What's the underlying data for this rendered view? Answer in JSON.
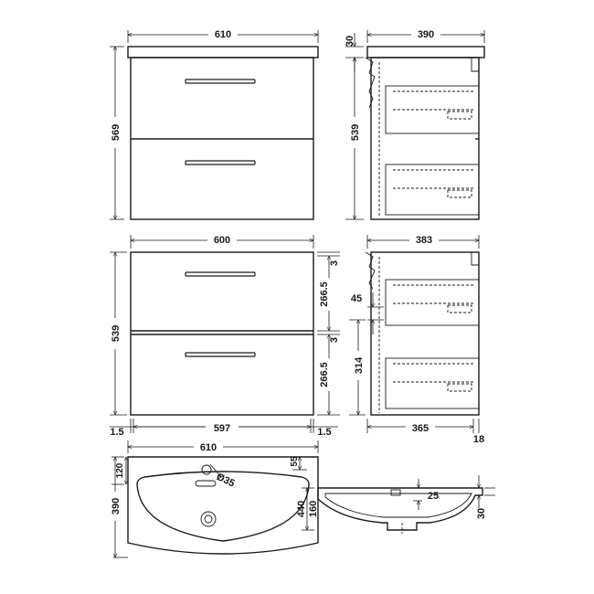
{
  "colors": {
    "line": "#1a1a1a",
    "background": "#ffffff"
  },
  "front_view": {
    "width": "610",
    "height": "569"
  },
  "side_view": {
    "depth": "390",
    "top": "30",
    "height": "539"
  },
  "carcass_front": {
    "width": "600",
    "height": "539",
    "gap_top": "3",
    "drawer_top": "266.5",
    "gap_mid": "3",
    "drawer_bottom": "266.5",
    "side_left": "1.5",
    "inner_width": "597",
    "side_right": "1.5"
  },
  "carcass_side": {
    "depth": "383",
    "offset": "45",
    "height": "314",
    "inner_depth": "365",
    "back": "18"
  },
  "basin_plan": {
    "width": "610",
    "back_edge": "55",
    "tap_hole": "Ø35",
    "tap_offset": "120",
    "depth": "390"
  },
  "basin_section": {
    "overall": "440",
    "bowl": "160",
    "overflow": "25",
    "rim": "30"
  }
}
